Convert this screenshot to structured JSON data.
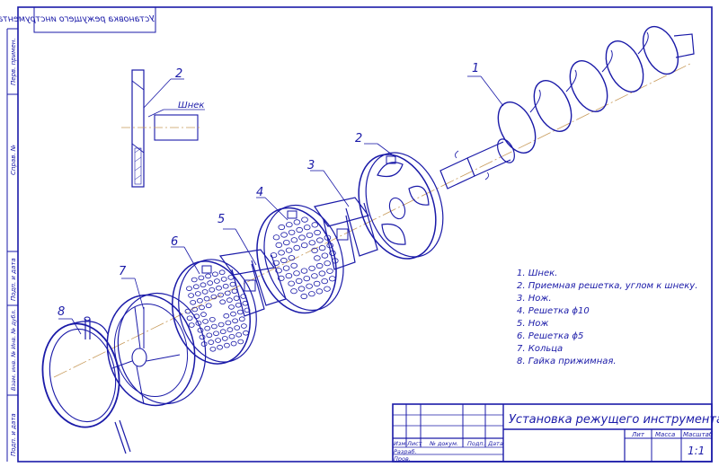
{
  "drawing": {
    "ink_color": "#1a1aa8",
    "top_stamp": "Установка режущего инструмента",
    "left_strip": {
      "perv_primen": "Перв. примен.",
      "sprav_no": "Справ. №",
      "podp_data_1": "Подп. и дата",
      "vzam_inv": "Взам. инв. № Инв. № дубл.",
      "podp_data_2": "Подп. и дата"
    },
    "callouts": {
      "c1": "1",
      "c2_side": "2",
      "c2": "2",
      "c3": "3",
      "c4": "4",
      "c5": "5",
      "c6": "6",
      "c7": "7",
      "c8": "8"
    },
    "shnek_label": "Шнек",
    "legend": [
      "1. Шнек.",
      "2. Приемная решетка, углом к шнеку.",
      "3. Нож.",
      "4. Решетка ϕ10",
      "5. Нож",
      "6. Решетка ϕ5",
      "7. Кольца",
      "8. Гайка прижимная."
    ],
    "title_block": {
      "title": "Установка режущего инструмента",
      "col_izm": "Изм.",
      "col_list": "Лист",
      "col_dokum": "№ докум.",
      "col_podp": "Подп.",
      "col_data": "Дата",
      "row_razrab": "Разраб.",
      "row_prov": "Пров.",
      "lit": "Лит",
      "massa": "Масса",
      "masshtab": "Масштаб",
      "scale_value": "1:1"
    }
  }
}
